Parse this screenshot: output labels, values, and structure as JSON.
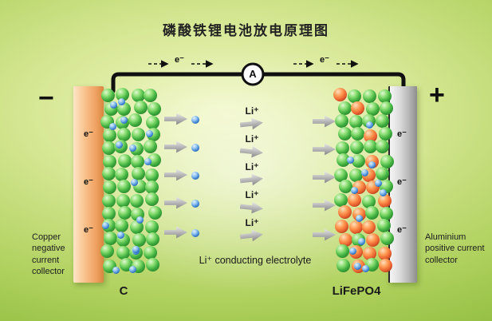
{
  "title": "磷酸铁锂电池放电原理图",
  "circuit": {
    "ammeter": "A",
    "electron": "e⁻"
  },
  "anode": {
    "polarity": "−",
    "collector": "Copper negative current collector",
    "electrode": "C"
  },
  "cathode": {
    "polarity": "+",
    "collector": "Aluminium positive current collector",
    "electrode": "LiFePO4"
  },
  "electrolyte": {
    "ion": "Li⁺",
    "caption": "Li⁺ conducting electrolyte"
  },
  "colors": {
    "background": "#a9cc52",
    "copper_collector": "#f0a263",
    "aluminium_collector": "#c2c2c2",
    "green_atom": "#3fae3f",
    "li_ion": "#3a7fd0",
    "fe_atom": "#e86030",
    "arrow": "#9a9a9a",
    "wire": "#101010"
  }
}
